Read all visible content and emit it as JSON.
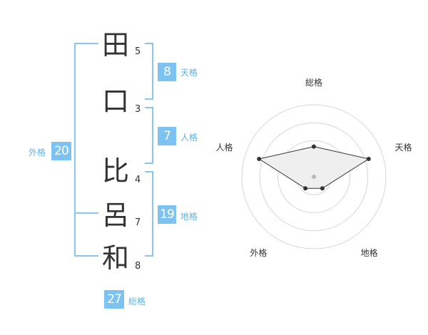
{
  "name_chars": [
    {
      "char": "田",
      "strokes": "5"
    },
    {
      "char": "口",
      "strokes": "3"
    },
    {
      "char": "比",
      "strokes": "4"
    },
    {
      "char": "呂",
      "strokes": "7"
    },
    {
      "char": "和",
      "strokes": "8"
    }
  ],
  "kakusu": {
    "tenkaku": {
      "value": "8",
      "label": "天格"
    },
    "jinkaku": {
      "value": "7",
      "label": "人格"
    },
    "chikaku": {
      "value": "19",
      "label": "地格"
    },
    "gaikaku": {
      "value": "20",
      "label": "外格"
    },
    "soukaku": {
      "value": "27",
      "label": "総格"
    }
  },
  "chart_data": {
    "type": "radar",
    "axes": [
      "総格",
      "天格",
      "地格",
      "外格",
      "人格"
    ],
    "values": [
      0.42,
      0.8,
      0.2,
      0.2,
      0.8
    ],
    "rings": 4,
    "max": 1,
    "colors": {
      "fill": "#efefef",
      "line": "#333333",
      "ring": "#d6d6d6",
      "center": "#bbbbbb"
    }
  }
}
